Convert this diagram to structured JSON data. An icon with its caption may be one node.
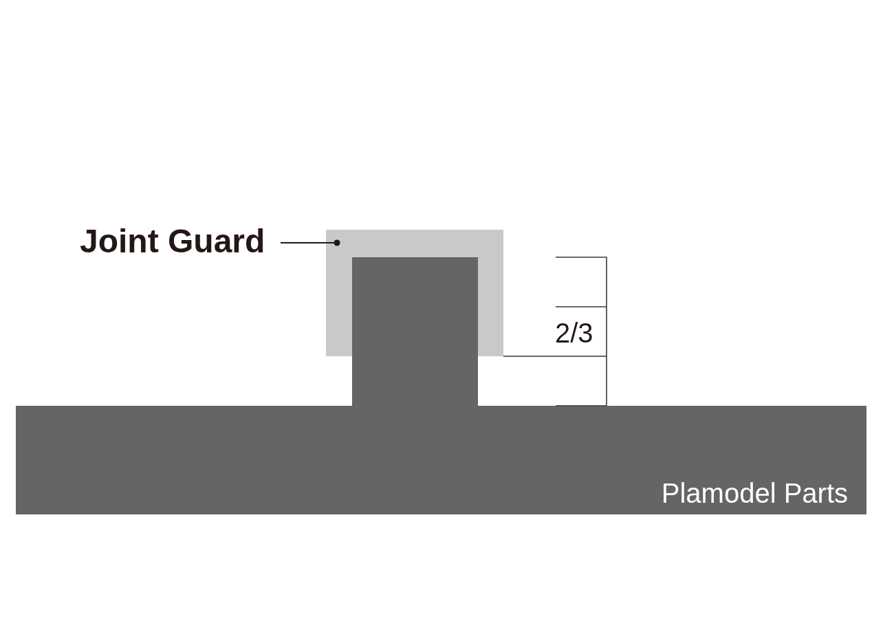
{
  "diagram": {
    "nodes": [
      {
        "text": [
          "Joint Guard"
        ]
      },
      {
        "text": [],
        "shape": "box"
      },
      {
        "text": [
          "Plamodel Parts"
        ]
      }
    ],
    "edges": [
      {
        "from": 0,
        "to": 1,
        "arrow": "other"
      }
    ],
    "labels": [
      "2/3"
    ]
  }
}
